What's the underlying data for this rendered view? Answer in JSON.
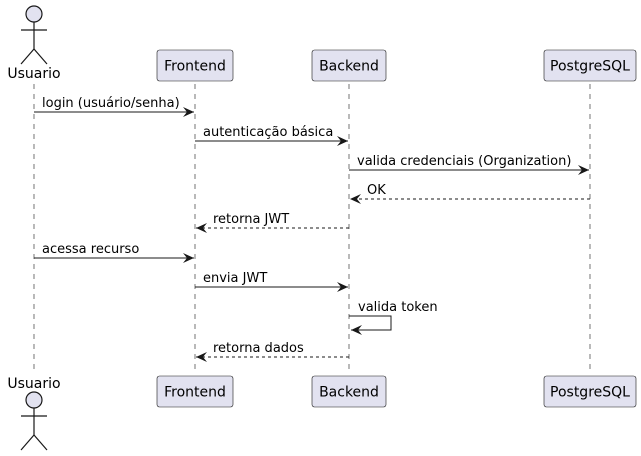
{
  "participants": [
    {
      "id": "usuario",
      "label": "Usuario",
      "kind": "actor"
    },
    {
      "id": "frontend",
      "label": "Frontend",
      "kind": "box"
    },
    {
      "id": "backend",
      "label": "Backend",
      "kind": "box"
    },
    {
      "id": "postgres",
      "label": "PostgreSQL",
      "kind": "box"
    }
  ],
  "messages": [
    {
      "from": "usuario",
      "to": "frontend",
      "label": "login (usuário/senha)",
      "style": "solid"
    },
    {
      "from": "frontend",
      "to": "backend",
      "label": "autenticação básica",
      "style": "solid"
    },
    {
      "from": "backend",
      "to": "postgres",
      "label": "valida credenciais (Organization)",
      "style": "solid"
    },
    {
      "from": "postgres",
      "to": "backend",
      "label": "OK",
      "style": "dashed"
    },
    {
      "from": "backend",
      "to": "frontend",
      "label": "retorna JWT",
      "style": "dashed"
    },
    {
      "from": "usuario",
      "to": "frontend",
      "label": "acessa recurso",
      "style": "solid"
    },
    {
      "from": "frontend",
      "to": "backend",
      "label": "envia JWT",
      "style": "solid"
    },
    {
      "from": "backend",
      "to": "backend",
      "label": "valida token",
      "style": "solid"
    },
    {
      "from": "backend",
      "to": "frontend",
      "label": "retorna dados",
      "style": "dashed"
    }
  ],
  "colors": {
    "participant_fill": "#e2e2f0",
    "participant_border": "#181818",
    "line": "#181818",
    "lifeline": "#181818"
  }
}
